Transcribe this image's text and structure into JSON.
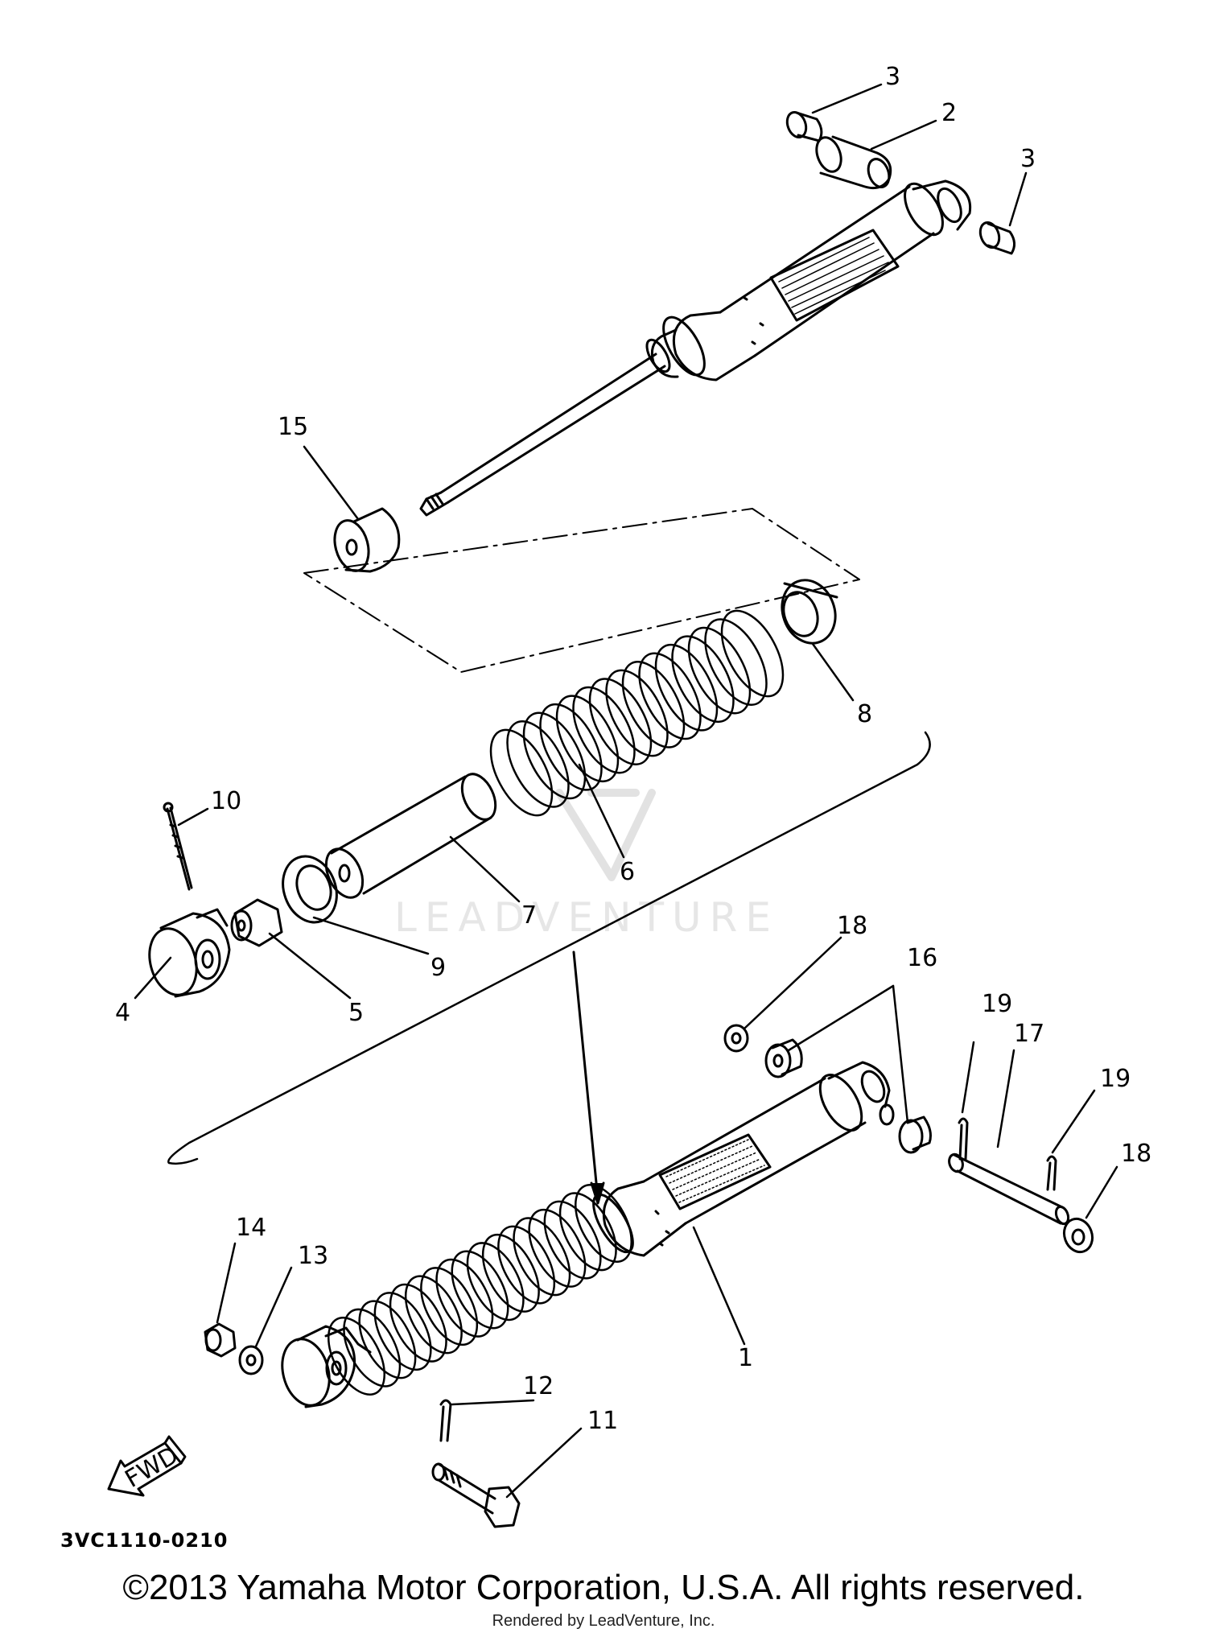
{
  "diagram": {
    "diagram_code": "3VC1110-0210",
    "fwd_label": "FWD",
    "watermark": "LEADVENTURE",
    "callouts": [
      "1",
      "2",
      "3",
      "3",
      "4",
      "5",
      "6",
      "7",
      "8",
      "9",
      "10",
      "11",
      "12",
      "13",
      "14",
      "15",
      "16",
      "17",
      "18",
      "18",
      "19",
      "19"
    ]
  },
  "footer": {
    "copyright": "©2013 Yamaha Motor Corporation, U.S.A. All rights reserved.",
    "rendered_by": "Rendered by LeadVenture, Inc."
  }
}
